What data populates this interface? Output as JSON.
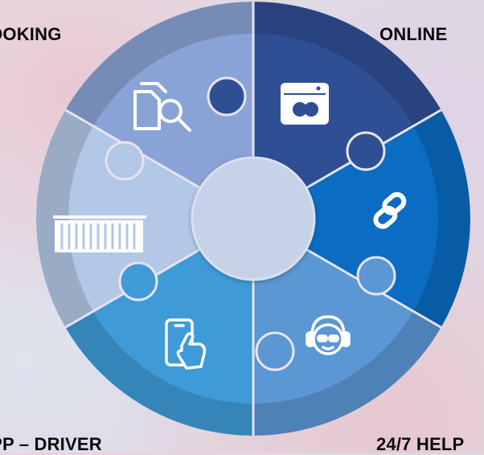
{
  "labels": {
    "top_left": "BOOKING",
    "top_right": "ONLINE",
    "bottom_left": "APP – DRIVER",
    "bottom_right": "24/7 HELP"
  },
  "segments": [
    {
      "id": "booking",
      "icon": "document-search-icon",
      "color": "#8aa3d6"
    },
    {
      "id": "online",
      "icon": "browser-window-icon",
      "color": "#2f4f94"
    },
    {
      "id": "links",
      "icon": "chain-link-icon",
      "color": "#0a6cc2"
    },
    {
      "id": "help",
      "icon": "headset-support-icon",
      "color": "#5b97d4"
    },
    {
      "id": "app-driver",
      "icon": "mobile-touch-icon",
      "color": "#3f9bd8"
    },
    {
      "id": "container",
      "icon": "shipping-container-icon",
      "color": "#b3c7e6"
    }
  ],
  "center_color": "#c5d2e8"
}
